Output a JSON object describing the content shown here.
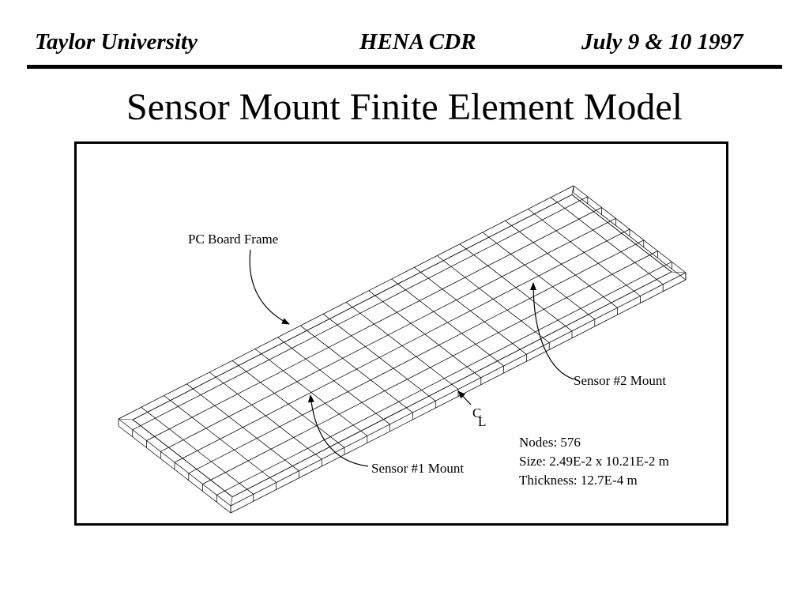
{
  "header": {
    "left": "Taylor University",
    "center": "HENA CDR",
    "right": "July 9 & 10 1997"
  },
  "title": "Sensor Mount Finite Element Model",
  "figure": {
    "labels": {
      "pc_board_frame": "PC Board Frame",
      "sensor2": "Sensor #2 Mount",
      "sensor1": "Sensor #1 Mount",
      "centerline_c": "C",
      "centerline_l": "L"
    },
    "stats": {
      "nodes": "Nodes: 576",
      "size": "Size: 2.49E-2 x 10.21E-2 m",
      "thickness": "Thickness: 12.7E-4 m"
    },
    "mesh": {
      "long_divisions": 20,
      "short_divisions": 8
    }
  }
}
